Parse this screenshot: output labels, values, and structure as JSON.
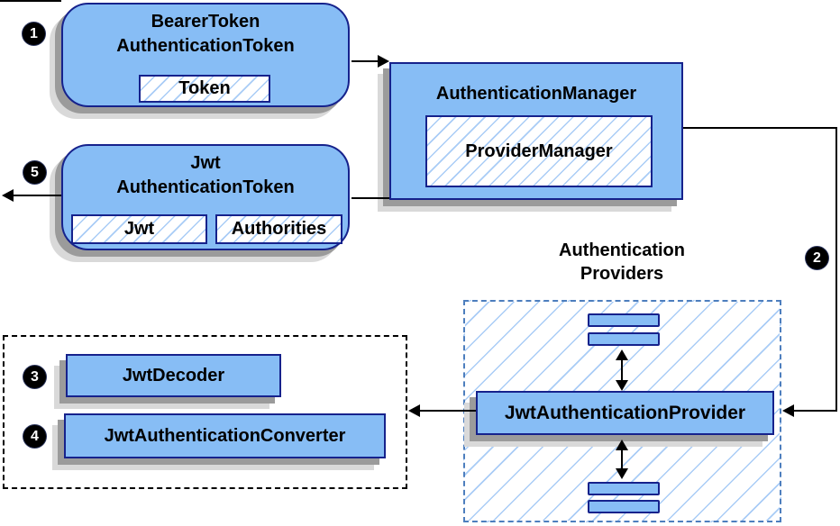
{
  "nodes": {
    "bearer_token": {
      "name_line1": "BearerToken",
      "name_line2": "AuthenticationToken",
      "field": "Token"
    },
    "authentication_manager": {
      "name": "AuthenticationManager",
      "implementation": "ProviderManager"
    },
    "jwt_authentication_token": {
      "name_line1": "Jwt",
      "name_line2": "AuthenticationToken",
      "field1": "Jwt",
      "field2": "Authorities"
    },
    "providers_group": {
      "label_line1": "Authentication",
      "label_line2": "Providers"
    },
    "jwt_authentication_provider": {
      "name": "JwtAuthenticationProvider"
    },
    "jwt_decoder": {
      "name": "JwtDecoder"
    },
    "jwt_authentication_converter": {
      "name": "JwtAuthenticationConverter"
    }
  },
  "steps": {
    "one": "1",
    "two": "2",
    "three": "3",
    "four": "4",
    "five": "5"
  },
  "colors": {
    "node_fill": "#87BDF5",
    "node_border": "#16228C",
    "hatch_stroke": "#A9CCF6",
    "providers_group_border": "#4D7EBE",
    "decoder_group_border": "#000000",
    "arrow": "#000000",
    "shadow_dark": "#9B9B9B",
    "shadow_light": "#D9D9D9",
    "badge_background": "#000000",
    "badge_text": "#FFFFFF"
  }
}
